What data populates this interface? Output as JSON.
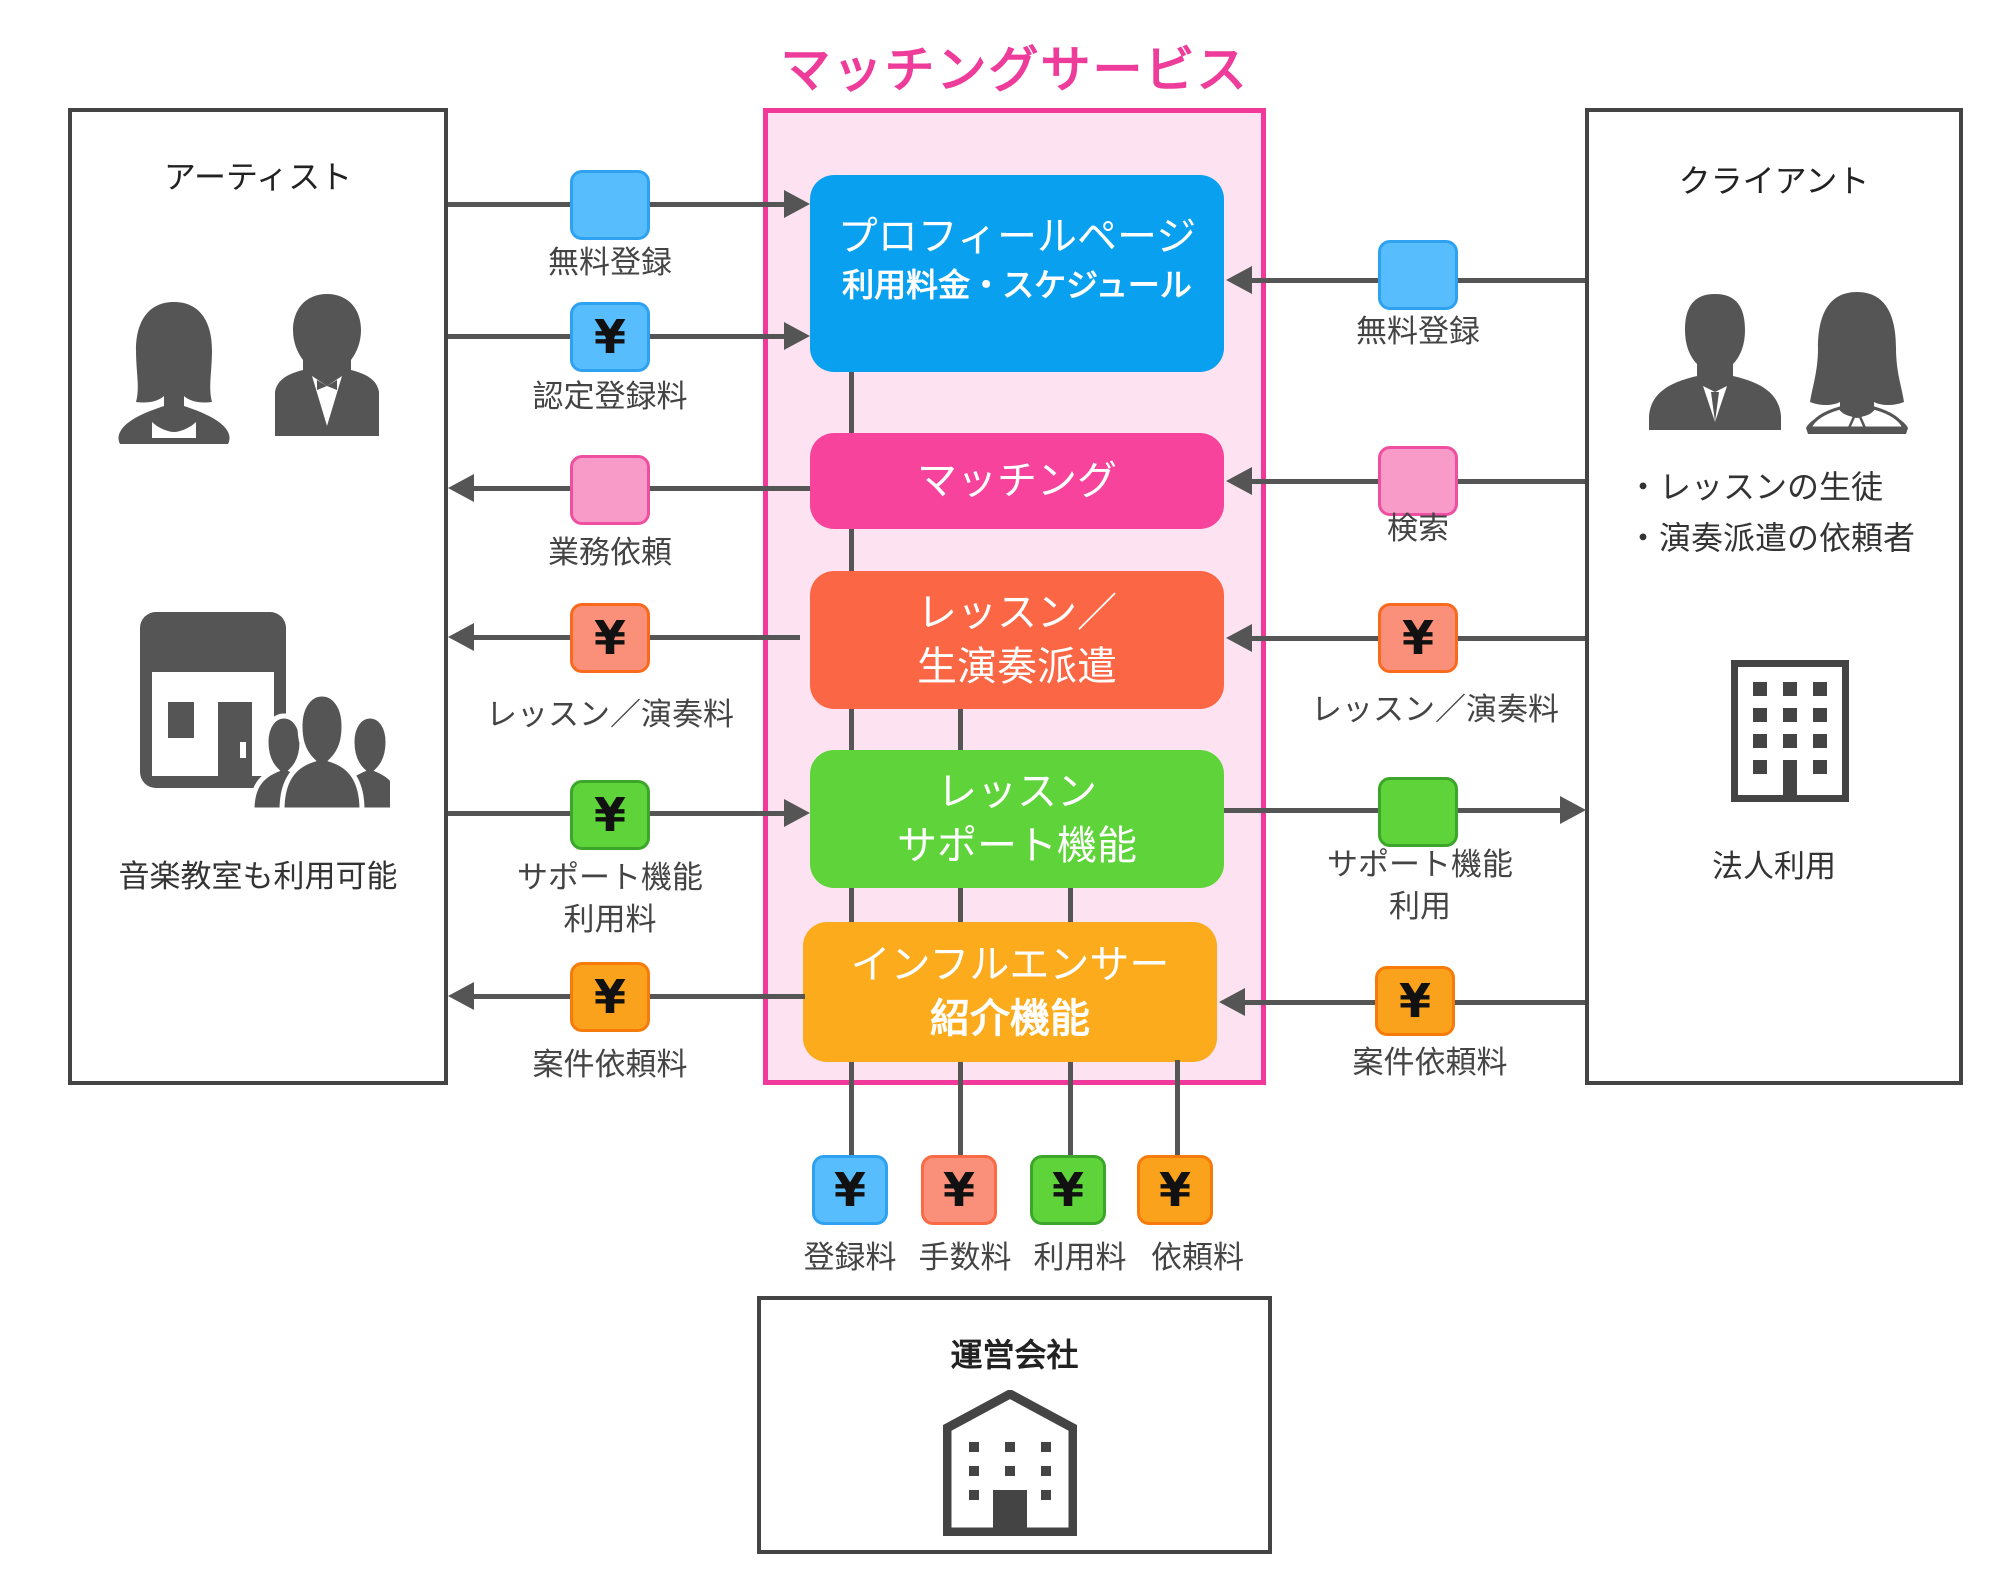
{
  "title": "マッチングサービス",
  "colors": {
    "accent": "#ee3c9a",
    "profile": "#0aa0f0",
    "matching": "#f7439b",
    "lesson_dispatch": "#fb6645",
    "lesson_support": "#5fd33a",
    "influencer": "#fbab1c",
    "line": "#555555"
  },
  "artist": {
    "heading": "アーティスト",
    "note": "音楽教室も利用可能"
  },
  "client": {
    "heading": "クライアント",
    "bullets": [
      "・レッスンの生徒",
      "・演奏派遣の依頼者"
    ],
    "corporate_label": "法人利用"
  },
  "functions": [
    {
      "lines": [
        "プロフィールページ",
        "利用料金・スケジュール"
      ]
    },
    {
      "lines": [
        "マッチング"
      ]
    },
    {
      "lines": [
        "レッスン／",
        "生演奏派遣"
      ]
    },
    {
      "lines": [
        "レッスン",
        "サポート機能"
      ]
    },
    {
      "lines": [
        "インフルエンサー",
        "紹介機能"
      ]
    }
  ],
  "artist_flows": [
    {
      "label": "無料登録",
      "yen": false,
      "direction": "to-service"
    },
    {
      "label": "認定登録料",
      "yen": true,
      "direction": "to-service"
    },
    {
      "label": "業務依頼",
      "yen": false,
      "direction": "to-artist"
    },
    {
      "label": "レッスン／演奏料",
      "yen": true,
      "direction": "to-artist"
    },
    {
      "label": "サポート機能\n利用料",
      "label_lines": [
        "サポート機能",
        "利用料"
      ],
      "yen": true,
      "direction": "to-service"
    },
    {
      "label": "案件依頼料",
      "yen": true,
      "direction": "to-artist"
    }
  ],
  "client_flows": [
    {
      "label": "無料登録",
      "yen": false,
      "direction": "to-service"
    },
    {
      "label": "検索",
      "yen": false,
      "direction": "to-service"
    },
    {
      "label": "レッスン／演奏料",
      "yen": true,
      "direction": "to-service"
    },
    {
      "label_lines": [
        "サポート機能",
        "利用"
      ],
      "yen": false,
      "direction": "to-client"
    },
    {
      "label": "案件依頼料",
      "yen": true,
      "direction": "to-service"
    }
  ],
  "revenue": [
    {
      "label": "登録料",
      "symbol": "¥"
    },
    {
      "label": "手数料",
      "symbol": "¥"
    },
    {
      "label": "利用料",
      "symbol": "¥"
    },
    {
      "label": "依頼料",
      "symbol": "¥"
    }
  ],
  "yen_symbol": "¥",
  "operator": {
    "heading": "運営会社"
  }
}
